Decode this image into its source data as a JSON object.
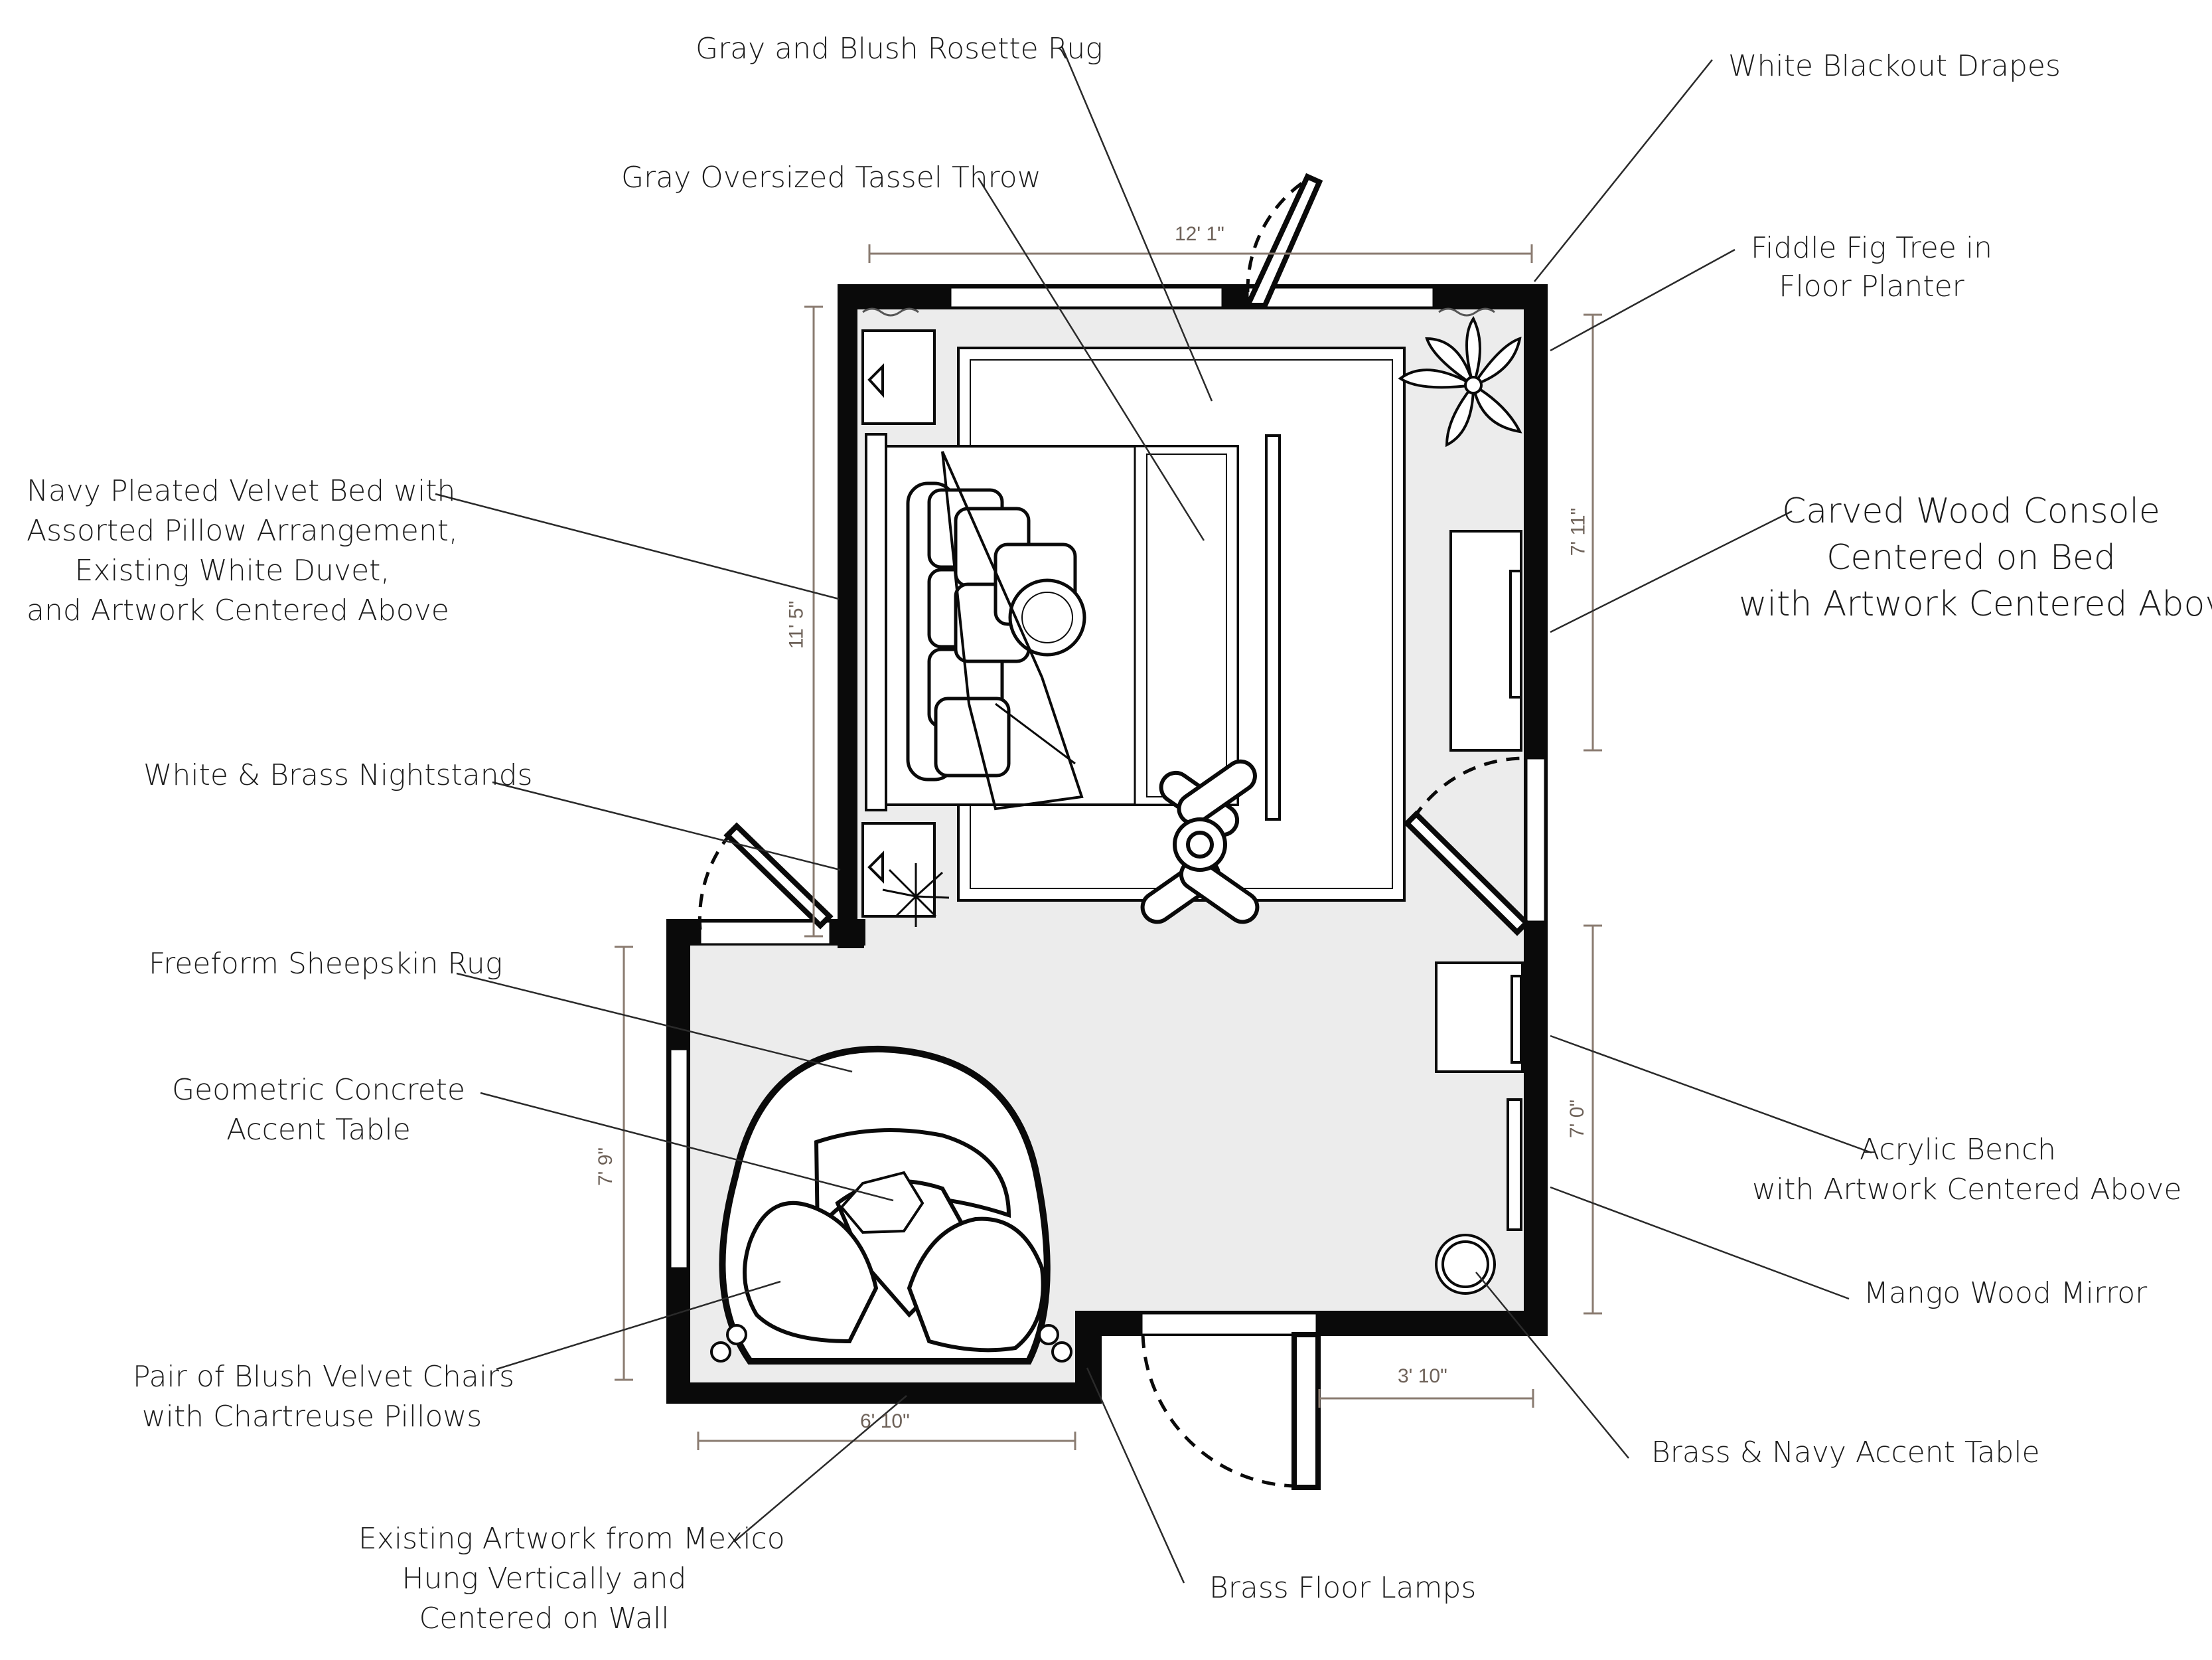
{
  "labels": {
    "rosette_rug": "Gray and Blush Rosette Rug",
    "tassel_throw": "Gray Oversized Tassel Throw",
    "blackout_drapes": "White Blackout Drapes",
    "fiddle_fig": [
      "Fiddle Fig Tree in",
      "Floor Planter"
    ],
    "bed": [
      "Navy Pleated Velvet Bed with",
      "Assorted Pillow Arrangement,",
      "Existing White Duvet,",
      "and Artwork Centered Above"
    ],
    "console": [
      "Carved Wood Console",
      "Centered on Bed",
      "with Artwork Centered Above"
    ],
    "nightstands": "White & Brass Nightstands",
    "sheepskin_rug": "Freeform Sheepskin Rug",
    "concrete_table": [
      "Geometric Concrete",
      "Accent Table"
    ],
    "bench": [
      "Acrylic Bench",
      "with Artwork Centered Above"
    ],
    "mirror": "Mango Wood Mirror",
    "chairs": [
      "Pair of Blush Velvet Chairs",
      "with Chartreuse Pillows"
    ],
    "accent_table": "Brass & Navy Accent Table",
    "artwork_mexico": [
      "Existing Artwork from Mexico",
      "Hung Vertically and",
      "Centered on Wall"
    ],
    "floor_lamps": "Brass Floor Lamps"
  },
  "dimensions": {
    "top_width": "12' 1\"",
    "left_upper": "11' 5\"",
    "right_upper": "7' 11\"",
    "left_lower": "7' 9\"",
    "right_lower": "7' 0\"",
    "bottom_left": "6' 10\"",
    "bottom_right": "3' 10\""
  },
  "colors": {
    "wall": "#0a0a0a",
    "floor": "#ececec",
    "dimension_line": "#8a7b70",
    "leader": "#2a2a2a"
  }
}
